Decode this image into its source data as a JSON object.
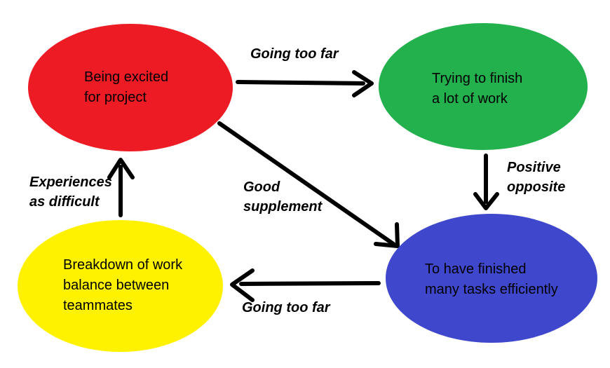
{
  "canvas": {
    "background": "#ffffff",
    "arrow_color": "#000000",
    "text_color": "#000000"
  },
  "nodes": [
    {
      "id": "being-excited",
      "color": "#ed1c24",
      "label_lines": [
        "Being excited",
        "for project"
      ]
    },
    {
      "id": "trying-to-finish",
      "color": "#22b14c",
      "label_lines": [
        "Trying to finish",
        "a lot of work"
      ]
    },
    {
      "id": "finished-many-tasks",
      "color": "#3f48cc",
      "label_lines": [
        "To have finished",
        "many tasks efficiently"
      ]
    },
    {
      "id": "breakdown-work-balance",
      "color": "#fff200",
      "label_lines": [
        "Breakdown of work",
        "balance between",
        "teammates"
      ]
    }
  ],
  "edges": [
    {
      "from": "being-excited",
      "to": "trying-to-finish",
      "direction": "right",
      "label_lines": [
        "Going too far"
      ]
    },
    {
      "from": "trying-to-finish",
      "to": "finished-many-tasks",
      "direction": "down",
      "label_lines": [
        "Positive",
        "opposite"
      ]
    },
    {
      "from": "being-excited",
      "to": "finished-many-tasks",
      "direction": "diagonal-down-right",
      "label_lines": [
        "Good",
        "supplement"
      ]
    },
    {
      "from": "finished-many-tasks",
      "to": "breakdown-work-balance",
      "direction": "left",
      "label_lines": [
        "Going too far"
      ]
    },
    {
      "from": "breakdown-work-balance",
      "to": "being-excited",
      "direction": "up",
      "label_lines": [
        "Experiences",
        "as difficult"
      ]
    }
  ]
}
